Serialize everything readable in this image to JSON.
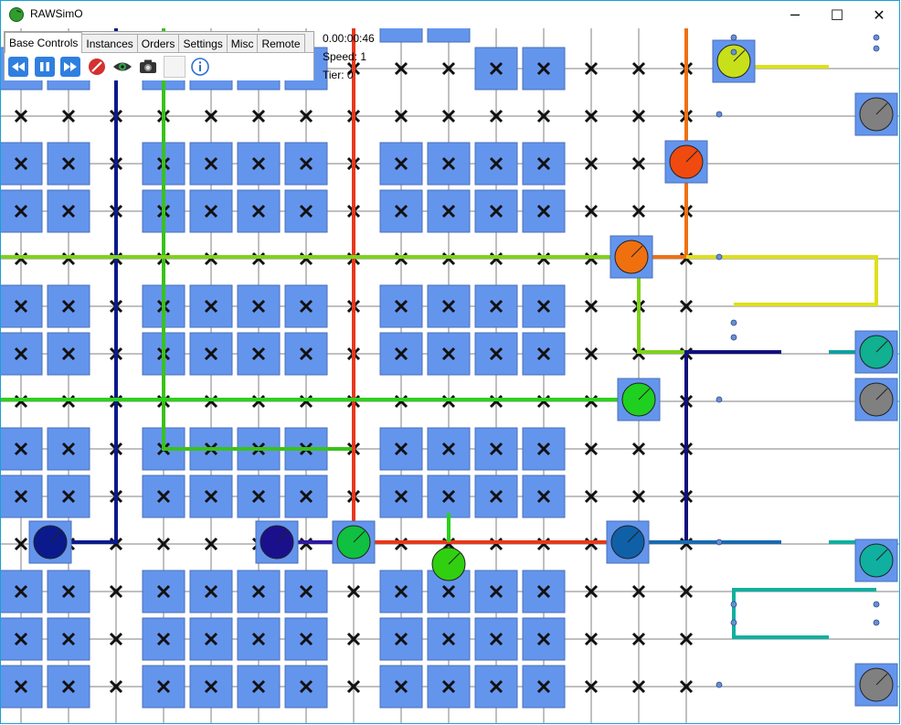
{
  "window": {
    "title": "RAWSimO",
    "minimize_glyph": "─",
    "maximize_glyph": "☐",
    "close_glyph": "✕"
  },
  "panel": {
    "tabs": [
      {
        "label": "Base Controls",
        "active": true
      },
      {
        "label": "Instances"
      },
      {
        "label": "Orders"
      },
      {
        "label": "Settings"
      },
      {
        "label": "Misc"
      },
      {
        "label": "Remote"
      }
    ],
    "toolbar": [
      {
        "icon": "rewind-icon"
      },
      {
        "icon": "pause-icon"
      },
      {
        "icon": "fast-forward-icon"
      },
      {
        "icon": "stop-icon"
      },
      {
        "icon": "eye-icon"
      },
      {
        "icon": "camera-icon"
      },
      {
        "icon": "blank-button"
      },
      {
        "icon": "info-icon"
      }
    ]
  },
  "status": {
    "time": "0.00:00:46",
    "speed": "Speed: 1",
    "tier": "Tier: 0"
  },
  "colors": {
    "pod": "#6495ed",
    "background": "#ffffff",
    "grid_line": "#808080",
    "accent": "#2f7fe0"
  }
}
